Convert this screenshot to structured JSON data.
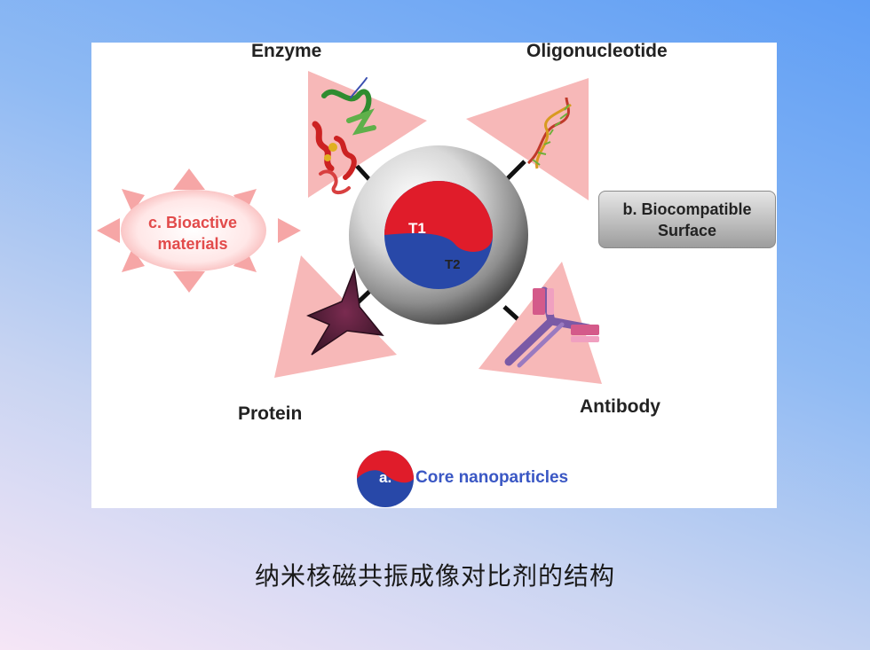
{
  "labels": {
    "enzyme": "Enzyme",
    "oligonucleotide": "Oligonucleotide",
    "protein": "Protein",
    "antibody": "Antibody",
    "bioactive": "c. Bioactive\nmaterials",
    "surface": "b. Biocompatible\nSurface",
    "t1": "T1",
    "t2": "T2",
    "core_letter": "a.",
    "core": "Core nanoparticles"
  },
  "caption": "纳米核磁共振成像对比剂的结构",
  "colors": {
    "t1_red": "#e01c2a",
    "t2_blue": "#2848a8",
    "triangle_pink": "#f7b8b8",
    "bioactive_text": "#e24b4b",
    "core_text": "#3a57c4"
  },
  "icons": {
    "enzyme": "protein-ribbon-icon",
    "oligonucleotide": "dna-helix-icon",
    "protein": "star-shape-icon",
    "antibody": "antibody-y-icon"
  }
}
